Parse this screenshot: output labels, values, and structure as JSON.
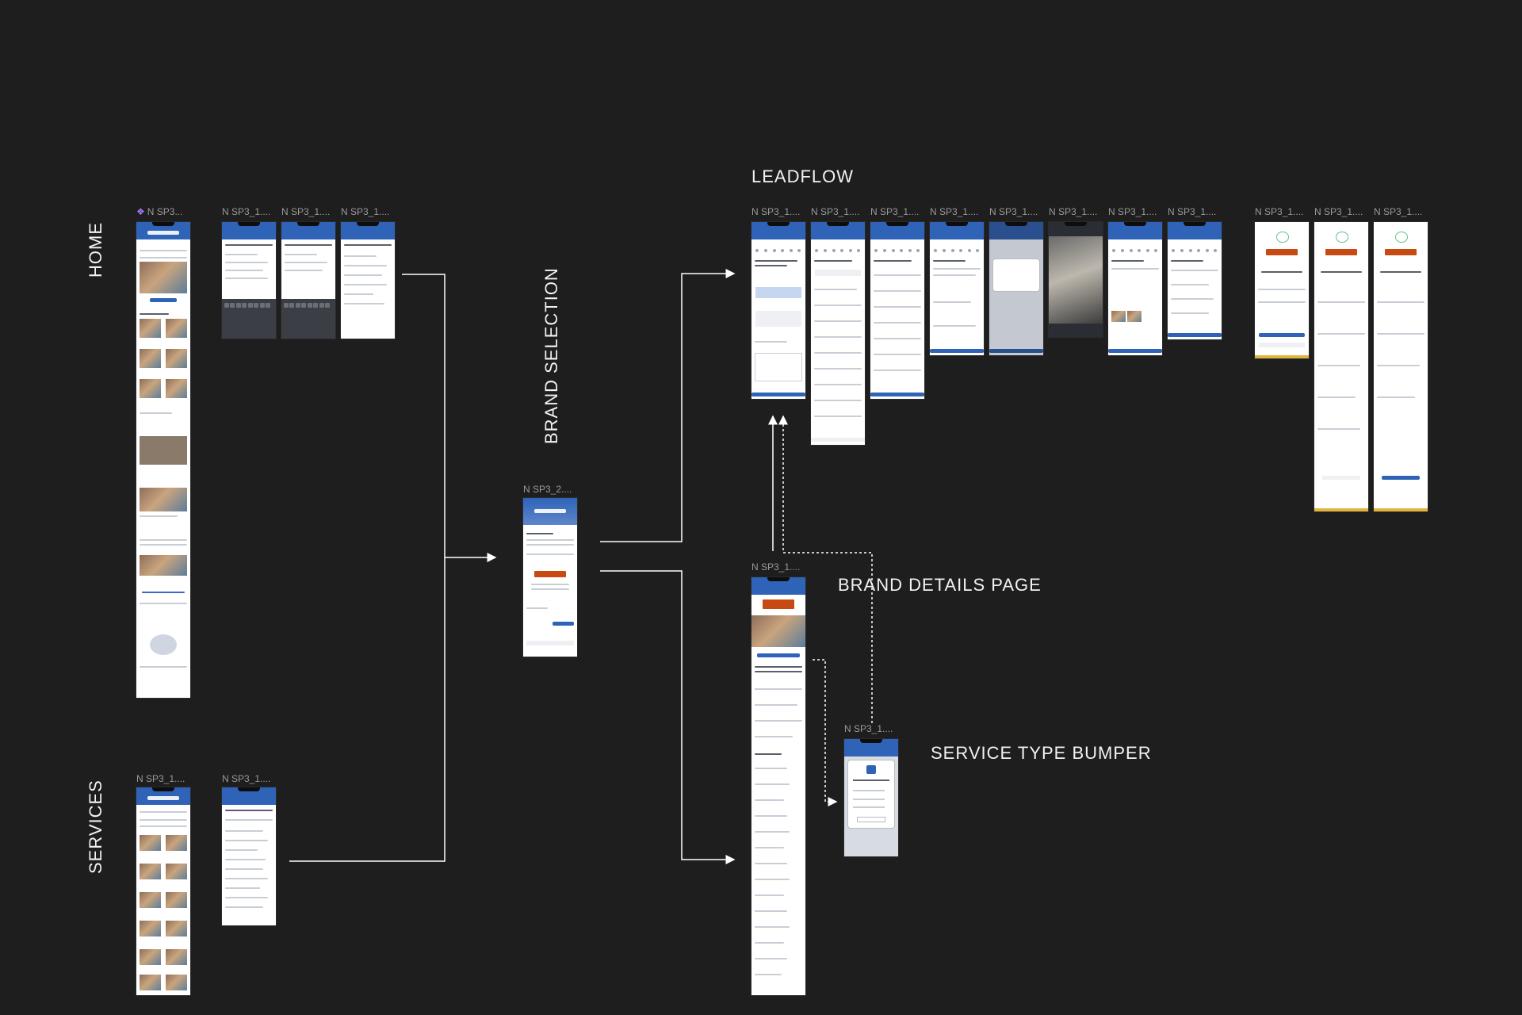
{
  "sections": {
    "home": "HOME",
    "services": "SERVICES",
    "brand_selection": "BRAND SELECTION",
    "leadflow": "LEADFLOW",
    "brand_details": "BRAND DETAILS PAGE",
    "service_bumper": "SERVICE TYPE BUMPER"
  },
  "frames": {
    "home_1": "N SP3...",
    "home_2": "N SP3_1....",
    "home_3": "N SP3_1....",
    "home_4": "N SP3_1....",
    "services_1": "N SP3_1....",
    "services_2": "N SP3_1....",
    "brand_select": "N SP3_2....",
    "lead_1": "N SP3_1....",
    "lead_2": "N SP3_1....",
    "lead_3": "N SP3_1....",
    "lead_4": "N SP3_1....",
    "lead_5": "N SP3_1....",
    "lead_6": "N SP3_1....",
    "lead_7": "N SP3_1....",
    "lead_8": "N SP3_1....",
    "lead_9": "N SP3_1....",
    "lead_10": "N SP3_1....",
    "lead_11": "N SP3_1....",
    "brand_details": "N SP3_1....",
    "bumper": "N SP3_1...."
  },
  "colors": {
    "canvas_bg": "#1e1e1e",
    "header_blue": "#2e63b8",
    "connector": "#ffffff",
    "component_purple": "#a77dff"
  },
  "icons": {
    "component": "component-diamond-icon"
  }
}
